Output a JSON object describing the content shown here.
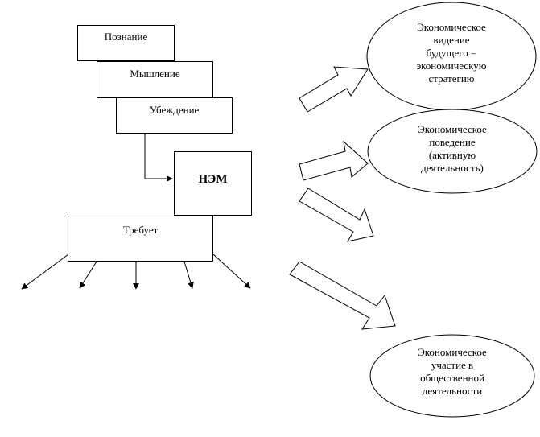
{
  "boxes": {
    "cognition": "Познание",
    "thinking": "Мышление",
    "conviction": "Убеждение",
    "nem": "НЭМ",
    "requires": "Требует"
  },
  "ovals": {
    "vision": [
      "Экономическое",
      "видение",
      "будущего =",
      "экономическую",
      "стратегию"
    ],
    "behavior": [
      "Экономическое",
      "поведение",
      "(активную",
      "деятельность)"
    ],
    "participation": [
      "Экономическое",
      "участие в",
      "общественной",
      "деятельности"
    ]
  },
  "colors": {
    "stroke": "#000000",
    "fill": "#ffffff"
  }
}
